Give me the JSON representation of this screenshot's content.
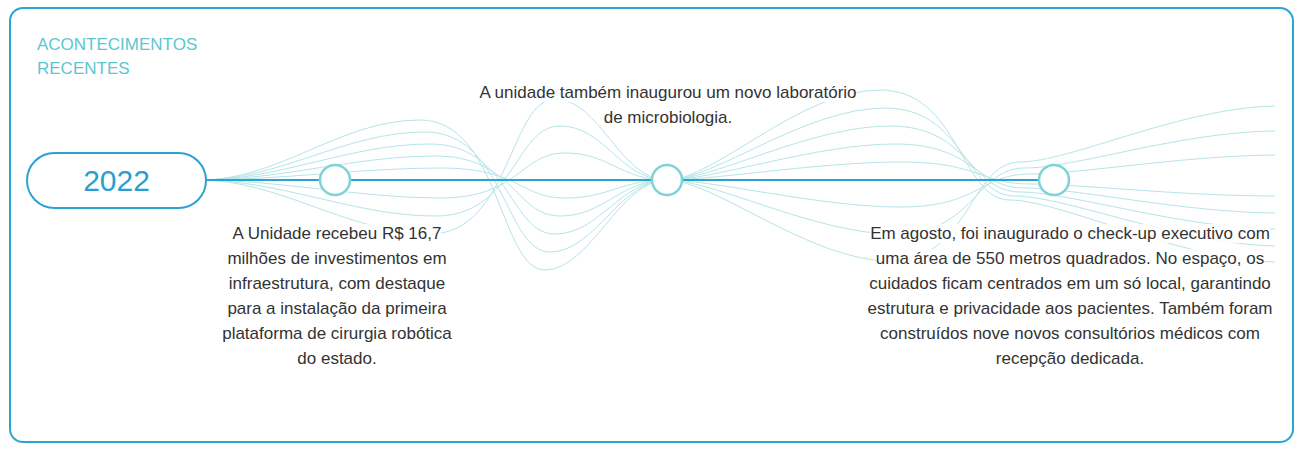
{
  "diagram": {
    "title": "ACONTECIMENTOS RECENTES",
    "nodes": [
      {
        "text": [
          "2022"
        ]
      }
    ],
    "labels": [
      "A Unidade recebeu R$ 16,7 milhões de investimentos em infraestrutura, com destaque para a instalação da primeira plataforma de cirurgia robótica do estado.",
      "A unidade também inaugurou um novo laboratório de microbiologia.",
      "Em agosto, foi inaugurado o check-up executivo com uma área de 550 metros quadrados. No espaço, os cuidados ficam centrados em um só local, garantindo estrutura e privacidade aos pacientes. Também foram construídos nove novos consultórios médicos com recepção dedicada."
    ]
  }
}
